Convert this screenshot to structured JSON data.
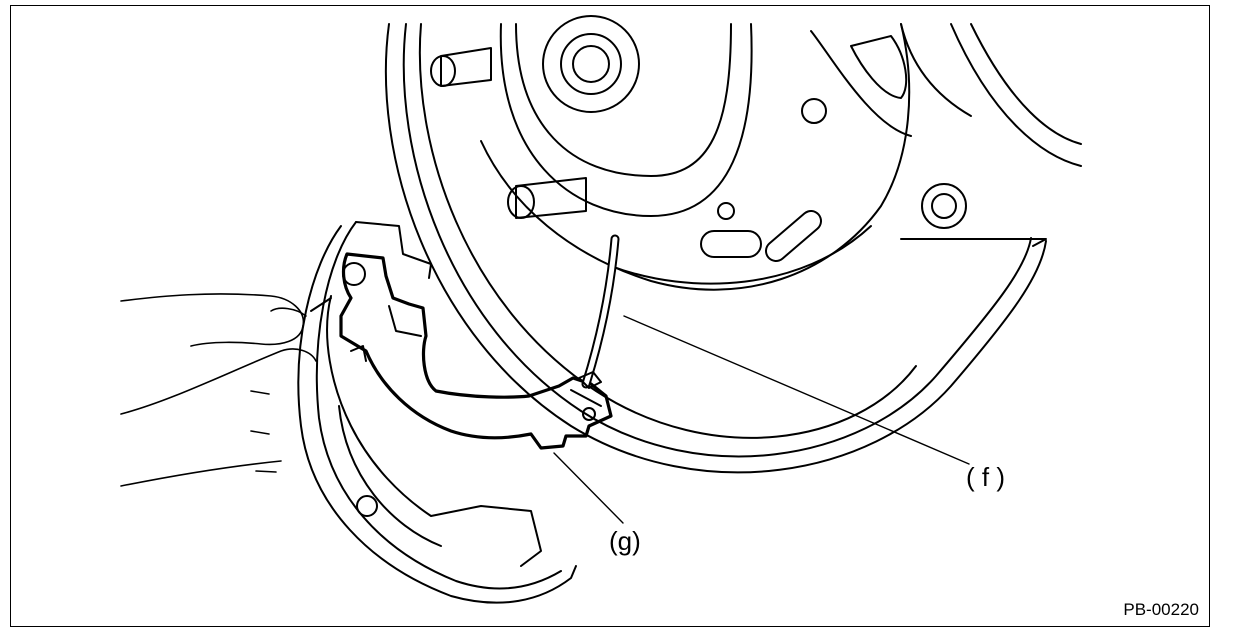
{
  "figure": {
    "callouts": {
      "f": "( f )",
      "g": "(g)"
    },
    "figure_id": "PB-00220"
  }
}
